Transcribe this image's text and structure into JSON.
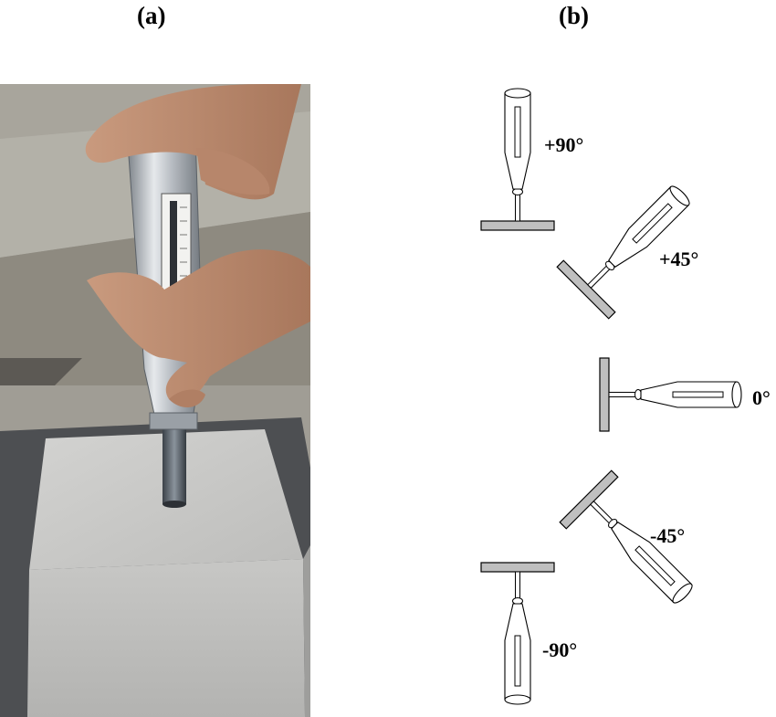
{
  "panels": {
    "a": {
      "label": "(a)"
    },
    "b": {
      "label": "(b)"
    }
  },
  "hammer_orientations": [
    {
      "label": "+90°",
      "angle": 90
    },
    {
      "label": "+45°",
      "angle": 45
    },
    {
      "label": "0°",
      "angle": 0
    },
    {
      "label": "-45°",
      "angle": -45
    },
    {
      "label": "-90°",
      "angle": -90
    }
  ],
  "colors": {
    "anvil_fill": "#bfbfbf",
    "outline": "#000000",
    "concrete": "#c9c9c7",
    "hammer_body": "#b9bdc2"
  }
}
